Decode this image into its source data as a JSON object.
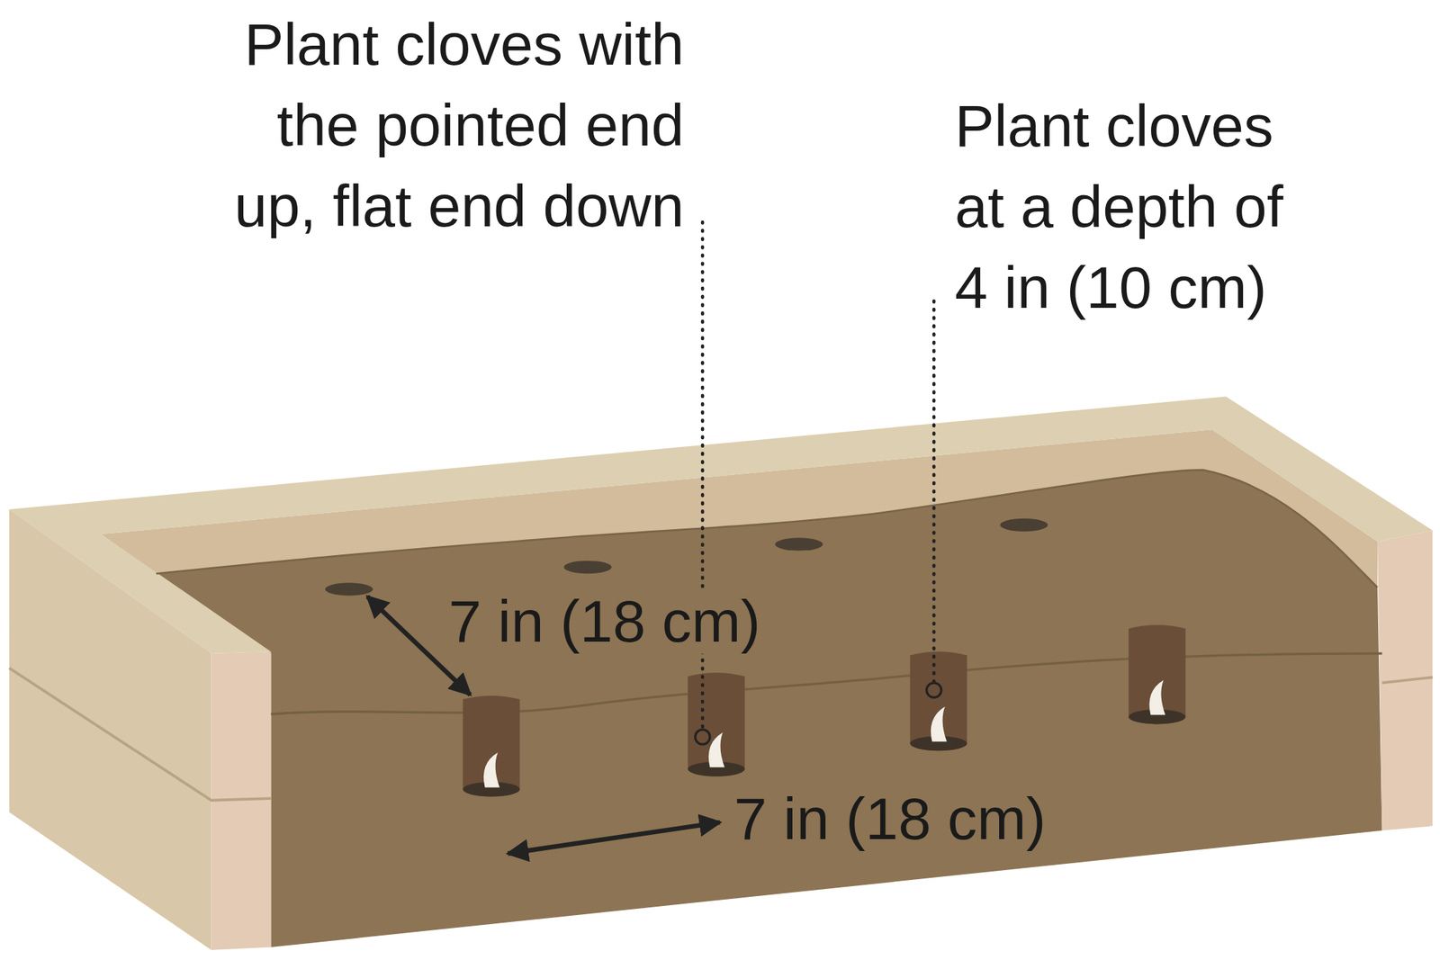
{
  "diagram": {
    "labels": [
      "Plant cloves with the pointed end up, flat end down",
      "Plant cloves at a depth of 4 in (10 cm)",
      "7 in (18 cm)",
      "7 in (18 cm)"
    ]
  }
}
